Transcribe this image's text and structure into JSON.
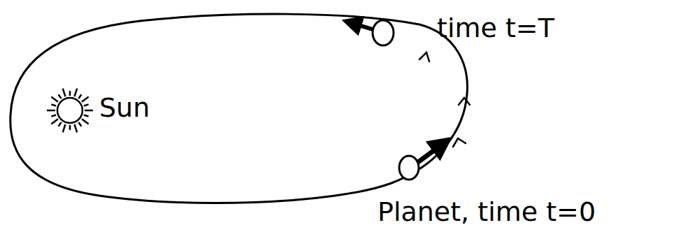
{
  "diagram": {
    "labels": [
      "Sun",
      "Planet, time t=0",
      "time t=T"
    ]
  }
}
